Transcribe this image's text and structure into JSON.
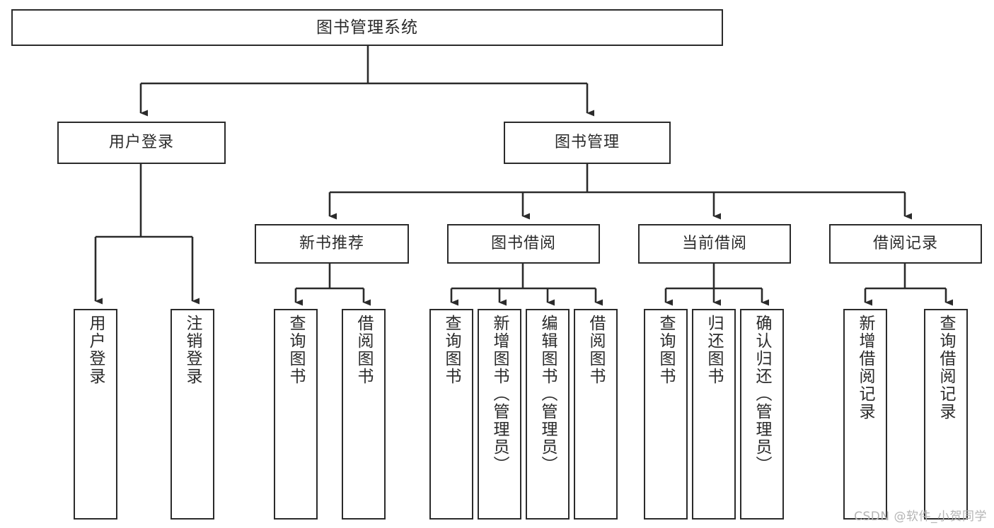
{
  "diagram": {
    "title": "图书管理系统",
    "watermark": "CSDN @软件_小贺同学",
    "stroke_color": "#2b2b2b",
    "background_color": "#ffffff",
    "watermark_color": "#b4b4b4",
    "nodes": {
      "root": "图书管理系统",
      "level2": {
        "user_login": "用户登录",
        "book_manage": "图书管理"
      },
      "level3": {
        "new_book_recommend": "新书推荐",
        "book_borrow": "图书借阅",
        "current_borrow": "当前借阅",
        "borrow_record": "借阅记录"
      },
      "leaves": {
        "user_login_1": "用户登录",
        "user_login_2": "注销登录",
        "recommend_1": "查询图书",
        "recommend_2": "借阅图书",
        "borrow_1": "查询图书",
        "borrow_2": "新增图书（管理员）",
        "borrow_3": "编辑图书（管理员）",
        "borrow_4": "借阅图书",
        "current_1": "查询图书",
        "current_2": "归还图书",
        "current_3": "确认归还（管理员）",
        "record_1": "新增借阅记录",
        "record_2": "查询借阅记录"
      }
    }
  },
  "chart_data": {
    "type": "tree-diagram",
    "title": "图书管理系统",
    "orientation": "top-down",
    "levels": 4,
    "node_count": 20,
    "hierarchy": [
      {
        "label": "图书管理系统",
        "level": 0,
        "children": [
          {
            "label": "用户登录",
            "level": 1,
            "children": [
              {
                "label": "用户登录",
                "level": 2,
                "children": []
              },
              {
                "label": "注销登录",
                "level": 2,
                "children": []
              }
            ]
          },
          {
            "label": "图书管理",
            "level": 1,
            "children": [
              {
                "label": "新书推荐",
                "level": 2,
                "children": [
                  {
                    "label": "查询图书",
                    "level": 3,
                    "children": []
                  },
                  {
                    "label": "借阅图书",
                    "level": 3,
                    "children": []
                  }
                ]
              },
              {
                "label": "图书借阅",
                "level": 2,
                "children": [
                  {
                    "label": "查询图书",
                    "level": 3,
                    "children": []
                  },
                  {
                    "label": "新增图书（管理员）",
                    "level": 3,
                    "children": []
                  },
                  {
                    "label": "编辑图书（管理员）",
                    "level": 3,
                    "children": []
                  },
                  {
                    "label": "借阅图书",
                    "level": 3,
                    "children": []
                  }
                ]
              },
              {
                "label": "当前借阅",
                "level": 2,
                "children": [
                  {
                    "label": "查询图书",
                    "level": 3,
                    "children": []
                  },
                  {
                    "label": "归还图书",
                    "level": 3,
                    "children": []
                  },
                  {
                    "label": "确认归还（管理员）",
                    "level": 3,
                    "children": []
                  }
                ]
              },
              {
                "label": "借阅记录",
                "level": 2,
                "children": [
                  {
                    "label": "新增借阅记录",
                    "level": 3,
                    "children": []
                  },
                  {
                    "label": "查询借阅记录",
                    "level": 3,
                    "children": []
                  }
                ]
              }
            ]
          }
        ]
      }
    ]
  }
}
